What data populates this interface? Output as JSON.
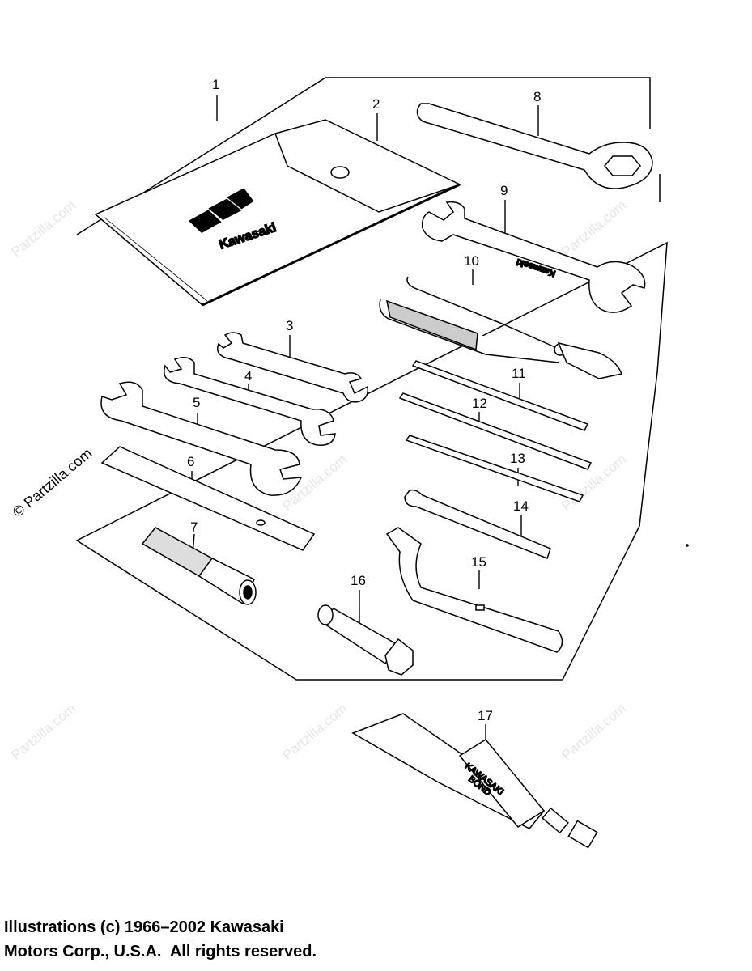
{
  "watermark": {
    "text": "Partzilla.com",
    "prominent_text": "© Partzilla.com"
  },
  "logo": {
    "brand_text": "Kawasaki"
  },
  "tube_label": {
    "line1": "KAWASAKI",
    "line2": "BOND"
  },
  "callouts": [
    "1",
    "2",
    "3",
    "4",
    "5",
    "6",
    "7",
    "8",
    "9",
    "10",
    "11",
    "12",
    "13",
    "14",
    "15",
    "16",
    "17"
  ],
  "copyright": {
    "line1": "Illustrations (c) 1966–2002 Kawasaki",
    "line2": "Motors Corp., U.S.A.  All rights reserved."
  }
}
